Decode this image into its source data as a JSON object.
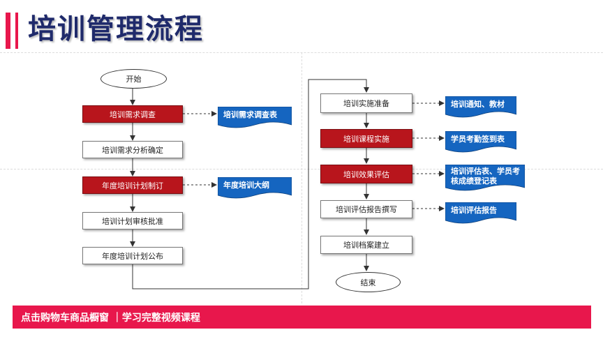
{
  "header": {
    "title": "培训管理流程"
  },
  "flow": {
    "start": "开始",
    "end": "结束",
    "left_steps": [
      "培训需求调查",
      "培训需求分析确定",
      "年度培训计划制订",
      "培训计划审核批准",
      "年度培训计划公布"
    ],
    "right_steps": [
      "培训实施准备",
      "培训课程实施",
      "培训效果评估",
      "培训评估报告撰写",
      "培训档案建立"
    ],
    "left_docs": [
      "培训需求调查表",
      "年度培训大纲"
    ],
    "right_docs": [
      "培训通知、教材",
      "学员考勤签到表",
      "培训评估表、学员考核成绩登记表",
      "培训评估报告"
    ]
  },
  "footer": {
    "text": "点击购物车商品橱窗 ｜学习完整视频课程"
  },
  "colors": {
    "accent": "#e8174c",
    "title": "#1f2a6b",
    "key_step": "#b8151c",
    "document": "#1565c0"
  }
}
